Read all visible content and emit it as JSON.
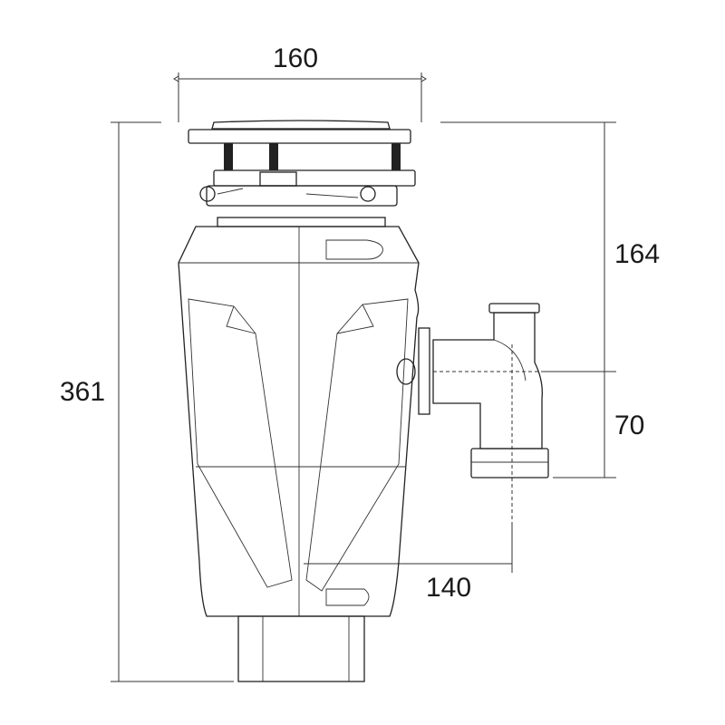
{
  "dimensions": {
    "width_top": "160",
    "total_height": "361",
    "inlet_to_outlet_height": "164",
    "outlet_drop": "70",
    "outlet_offset": "140"
  },
  "colors": {
    "line": "#222222",
    "background": "#ffffff"
  }
}
